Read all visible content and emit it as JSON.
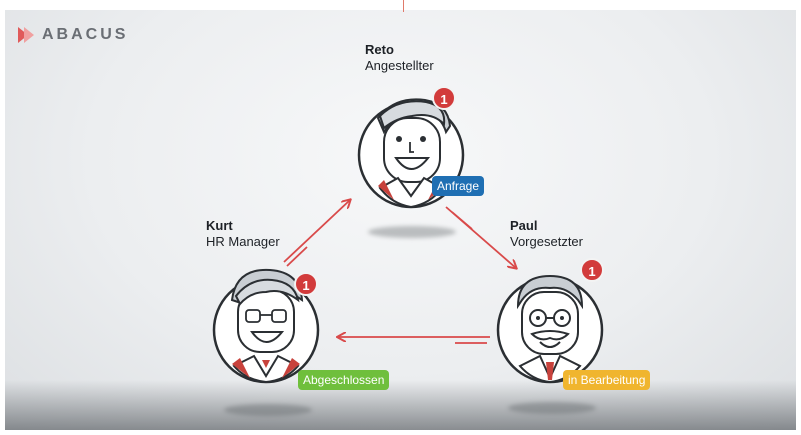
{
  "logo": {
    "text": "ABACUS",
    "mark_color": "#e05a5a"
  },
  "people": {
    "reto": {
      "name": "Reto",
      "role": "Angestellter",
      "badge": "1",
      "status": "Anfrage",
      "status_color": "#1f6fb3"
    },
    "paul": {
      "name": "Paul",
      "role": "Vorgesetzter",
      "badge": "1",
      "status": "in Bearbeitung",
      "status_color": "#f0b52e"
    },
    "kurt": {
      "name": "Kurt",
      "role": "HR Manager",
      "badge": "1",
      "status": "Abgeschlossen",
      "status_color": "#6fbf3c"
    }
  },
  "colors": {
    "arrow": "#d94a4a",
    "badge": "#d23b3b",
    "line": "#2b2f33"
  }
}
